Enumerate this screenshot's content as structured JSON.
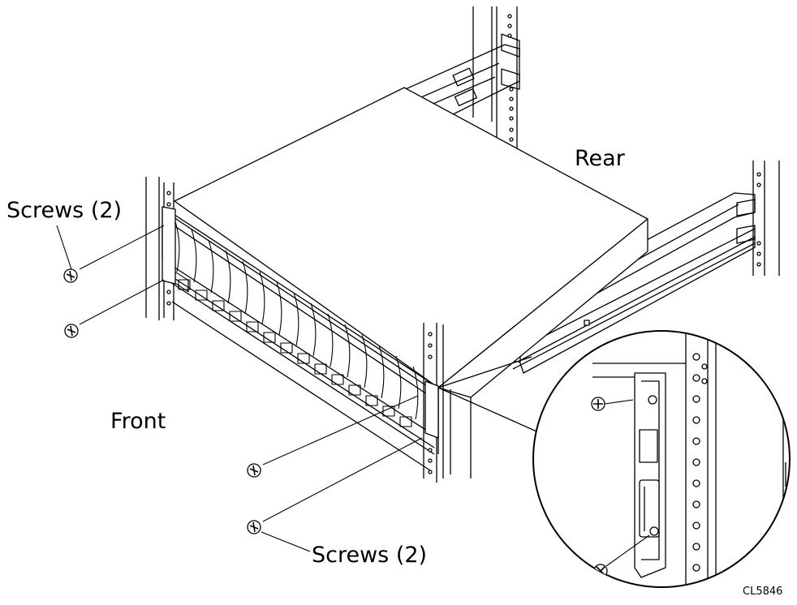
{
  "labels": {
    "screws_top": "Screws (2)",
    "screws_bottom": "Screws (2)",
    "rear": "Rear",
    "front": "Front",
    "figure_code": "CL5846"
  },
  "colors": {
    "line": "#000000",
    "background": "#ffffff",
    "shade": "#e9e9e9"
  }
}
